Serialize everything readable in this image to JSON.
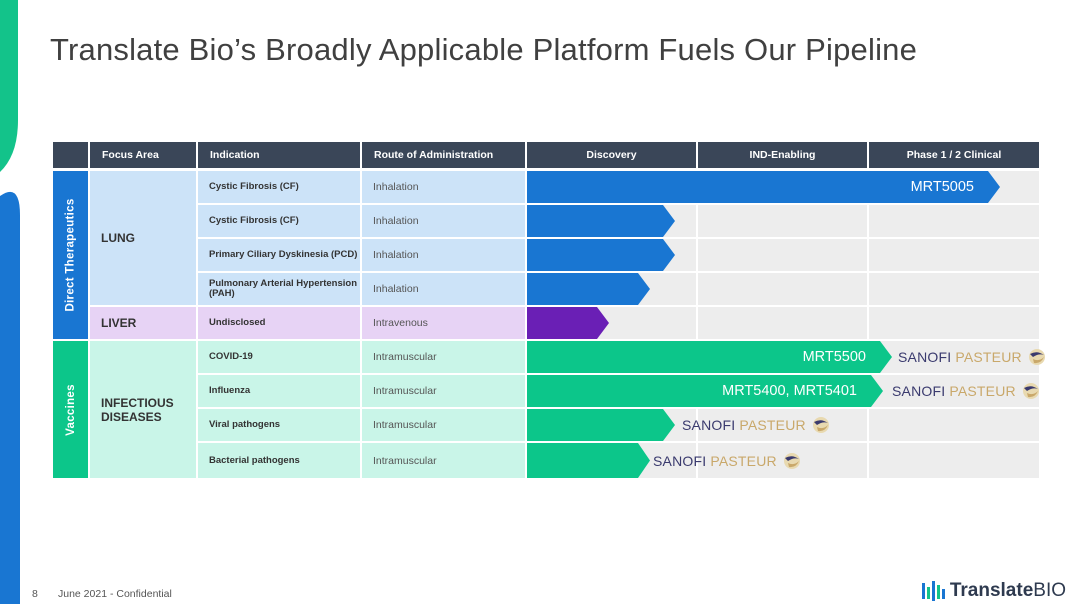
{
  "title": "Translate Bio’s Broadly Applicable Platform Fuels Our Pipeline",
  "headers": {
    "focus_area": "Focus Area",
    "indication": "Indication",
    "route": "Route of Administration",
    "discovery": "Discovery",
    "ind_enabling": "IND-Enabling",
    "phase": "Phase 1 / 2 Clinical"
  },
  "groups": {
    "direct": "Direct Therapeutics",
    "vaccines": "Vaccines"
  },
  "focus": {
    "lung": "LUNG",
    "liver": "LIVER",
    "infectious": "INFECTIOUS DISEASES"
  },
  "rows": [
    {
      "indication": "Cystic Fibrosis (CF)",
      "route": "Inhalation",
      "program": "MRT5005",
      "progress": 0.92
    },
    {
      "indication": "Cystic Fibrosis (CF)",
      "route": "Inhalation",
      "program": "",
      "progress": 0.28
    },
    {
      "indication": "Primary Ciliary Dyskinesia (PCD)",
      "route": "Inhalation",
      "program": "",
      "progress": 0.28
    },
    {
      "indication": "Pulmonary Arterial Hypertension (PAH)",
      "route": "Inhalation",
      "program": "",
      "progress": 0.24
    },
    {
      "indication": "Undisclosed",
      "route": "Intravenous",
      "program": "",
      "progress": 0.16
    },
    {
      "indication": "COVID-19",
      "route": "Intramuscular",
      "program": "MRT5500",
      "progress": 0.71,
      "partner": "SANOFI PASTEUR"
    },
    {
      "indication": "Influenza",
      "route": "Intramuscular",
      "program": "MRT5400, MRT5401",
      "progress": 0.69,
      "partner": "SANOFI PASTEUR"
    },
    {
      "indication": "Viral pathogens",
      "route": "Intramuscular",
      "program": "",
      "progress": 0.28,
      "partner": "SANOFI PASTEUR"
    },
    {
      "indication": "Bacterial pathogens",
      "route": "Intramuscular",
      "program": "",
      "progress": 0.24,
      "partner": "SANOFI PASTEUR"
    }
  ],
  "partner_parts": {
    "sanofi": "SANOFI",
    "pasteur": "PASTEUR"
  },
  "footer": {
    "page": "8",
    "text": "June 2021 - Confidential"
  },
  "logo": {
    "name": "Translate",
    "suffix": "BIO"
  },
  "colors": {
    "header": "#3a4658",
    "lung": "#1976d2",
    "liver": "#6a1fb5",
    "vaccine": "#0cc68a",
    "direct_group": "#1976d2",
    "vaccine_group": "#0cc68a"
  }
}
